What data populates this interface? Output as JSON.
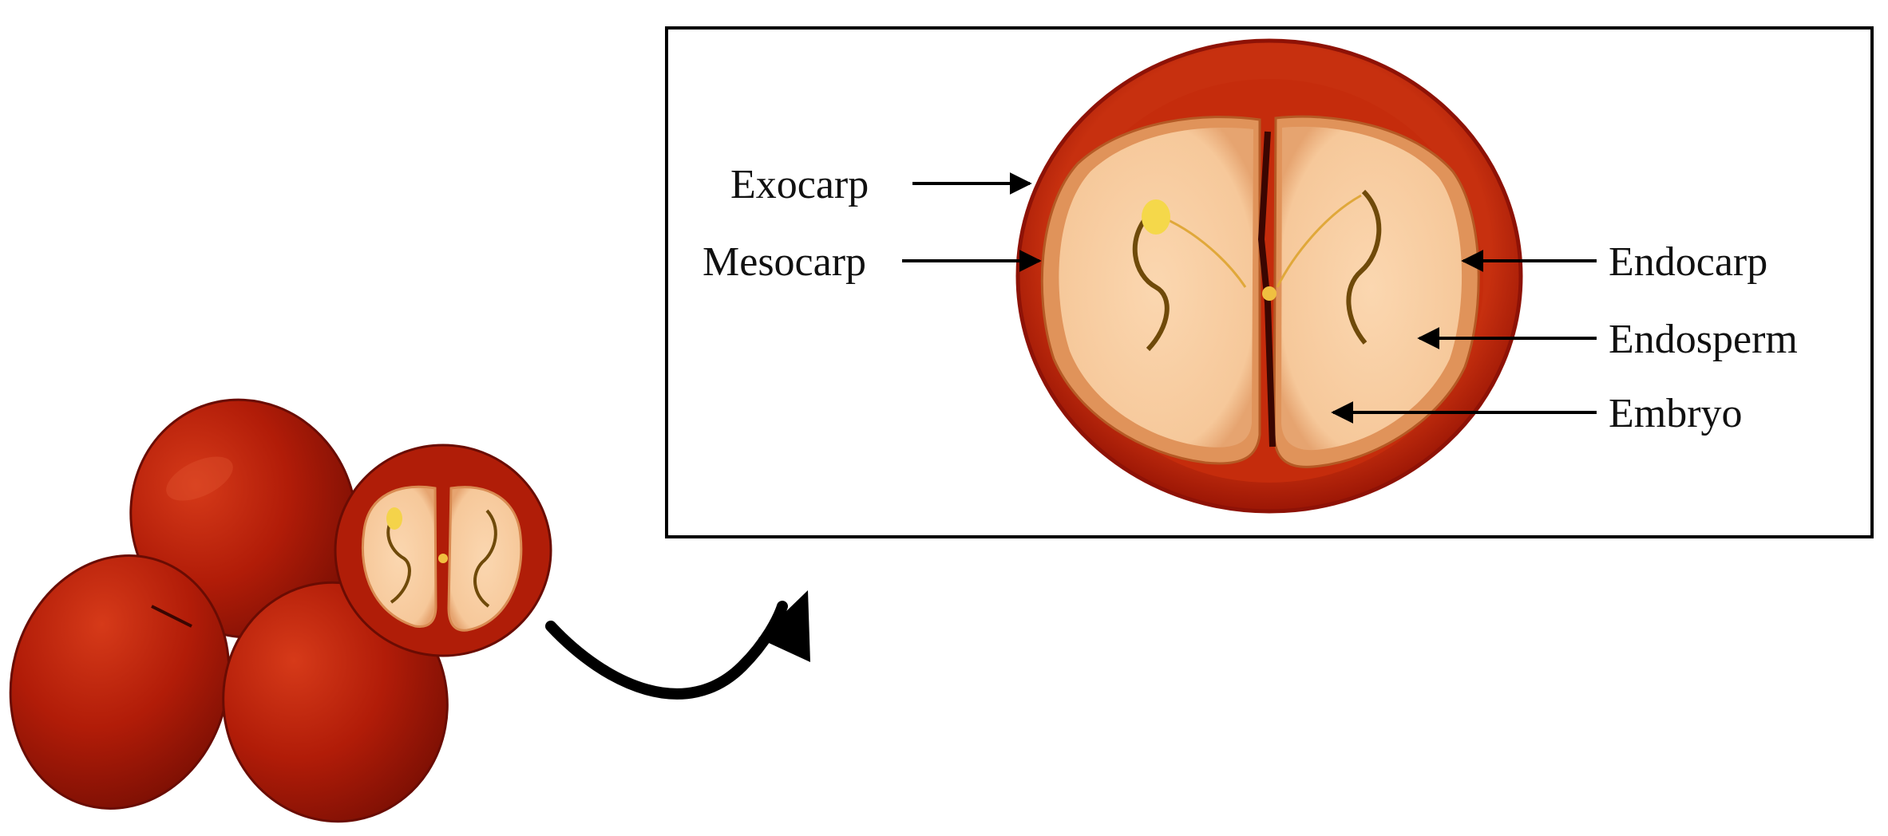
{
  "labels": {
    "exocarp": "Exocarp",
    "mesocarp": "Mesocarp",
    "endocarp": "Endocarp",
    "endosperm": "Endosperm",
    "embryo": "Embryo"
  },
  "colors": {
    "cherry_dark": "#8e1206",
    "cherry": "#b11c08",
    "cherry_highlight": "#d63a19",
    "exocarp": "#a31a08",
    "mesocarp": "#c7300f",
    "endocarp": "#e6a470",
    "endosperm": "#f8cfa4",
    "embryo": "#6f4a0a",
    "ink": "#000000"
  }
}
